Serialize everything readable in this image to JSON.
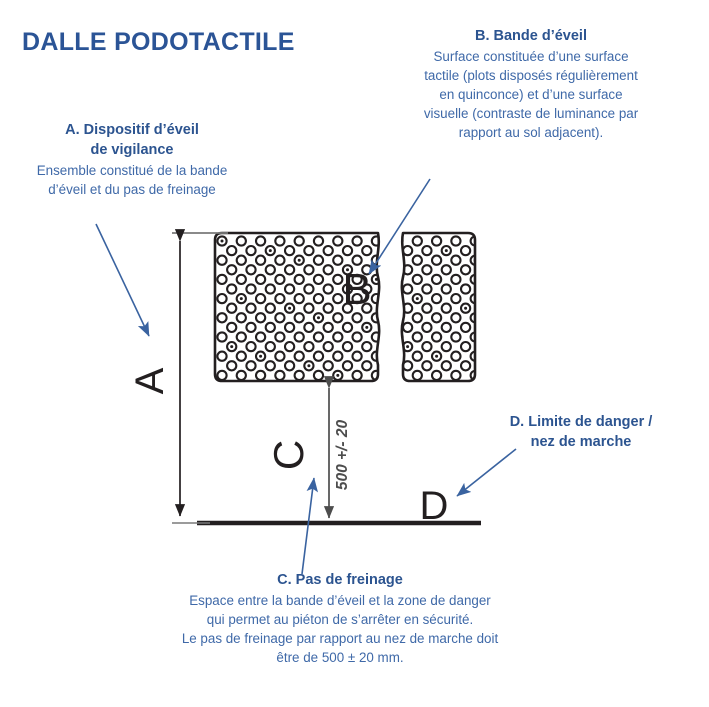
{
  "title": "DALLE PODOTACTILE",
  "colors": {
    "title_blue": "#2b5496",
    "heading_blue": "#2c5490",
    "body_blue": "#3f69a8",
    "arrow_blue": "#3a63a0",
    "line_dark": "#231f20",
    "dimension_gray": "#595959"
  },
  "annotations": {
    "a": {
      "heading_line1": "A. Dispositif d’éveil",
      "heading_line2": "de vigilance",
      "body_lines": [
        "Ensemble constitué de la bande",
        "d’éveil et du pas de freinage"
      ]
    },
    "b": {
      "heading_line1": "B. Bande d’éveil",
      "body_lines": [
        "Surface constituée d’une surface",
        "tactile (plots disposés régulièrement",
        "en quinconce) et d’une surface",
        "visuelle (contraste de luminance par",
        "rapport au sol adjacent)."
      ]
    },
    "c": {
      "heading_line1": "C.  Pas de freinage",
      "body_lines": [
        "Espace entre la bande d’éveil et la zone de danger",
        "qui permet au piéton de s’arrêter en sécurité.",
        "Le pas de freinage par rapport au nez de marche doit",
        "être de 500 ± 20 mm."
      ]
    },
    "d": {
      "heading_line1": "D. Limite de danger /",
      "heading_line2": "nez de marche"
    }
  },
  "diagram": {
    "letter_a": "A",
    "letter_b": "B",
    "letter_c": "C",
    "letter_d": "D",
    "dimension_label": "500 +/- 20"
  }
}
